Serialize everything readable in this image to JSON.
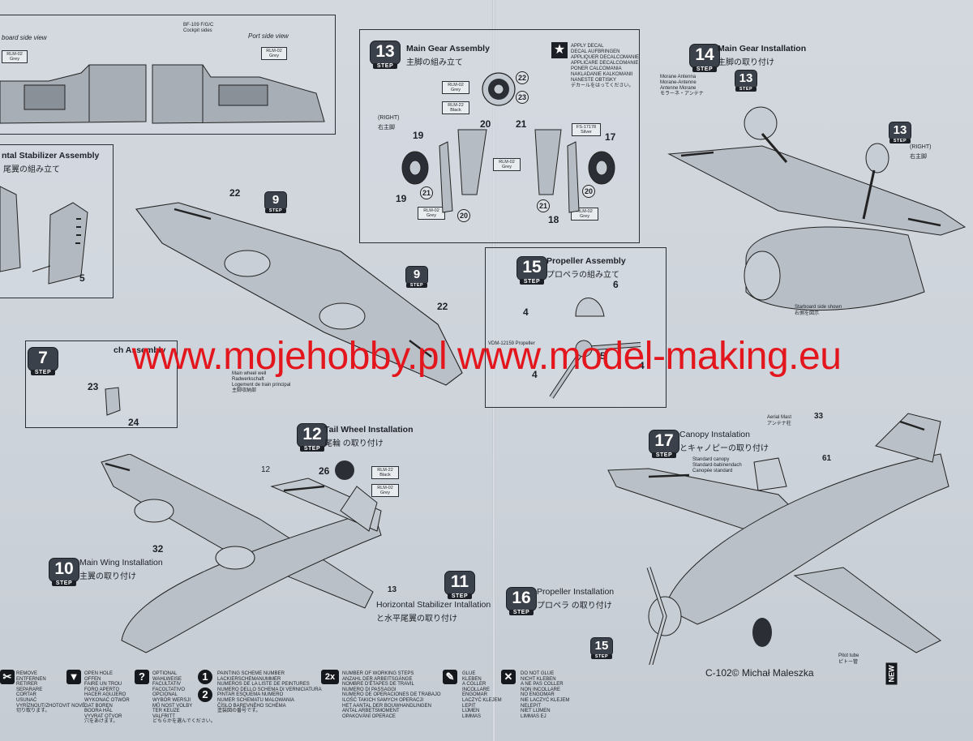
{
  "watermark": "www.mojehobby.pl www.model-making.eu",
  "copyright": "C-102© Michał Maleszka",
  "brand_logo": "NEW",
  "cockpit": {
    "caption_left": "board side view",
    "caption_right_sub": "BF-109 F/G/C Cockpit sides",
    "caption_right": "Port side view",
    "paint_left": "RLM-02 Grey",
    "paint_right": "RLM-02 Grey"
  },
  "stab": {
    "title": "ntal Stabilizer Assembly",
    "jp": "尾翼の組み立て",
    "part": "5"
  },
  "step13": {
    "num": "13",
    "step_label": "STEP",
    "title": "Main Gear Assembly",
    "jp": "主脚の組み立て",
    "decal": [
      "APPLY DECAL",
      "DECAL AUFBRINGEN",
      "APPLIQUER DECALCOMANIE",
      "APPLICARE DECALCOMANIE",
      "PONER CALCOMANIA",
      "NAKLADANIE KALKOMANII",
      "NANESTE OBTISKY",
      "デカールをはってください。"
    ],
    "paint_a": "RLM-02 Grey",
    "paint_b": "RLM-22 Black",
    "paint_c": "RLM-02 Grey",
    "paint_d": "FS-17178 Silver",
    "paint_e": "RLM-02 Grey",
    "paint_f": "RLM-02 Grey",
    "right_label": "(RIGHT)",
    "right_jp": "右主脚",
    "parts": [
      "22",
      "23",
      "20",
      "21",
      "19",
      "17",
      "19",
      "21",
      "20",
      "21",
      "18",
      "20"
    ]
  },
  "step14": {
    "num": "13",
    "title": "Main Gear Installation",
    "jp": "主脚の取り付け",
    "step_num": "14",
    "antenna": [
      "Morane Antenna",
      "Morane-Antenne",
      "Antenne Morane",
      "モラーネ・アンテナ"
    ],
    "right_label": "(RIGHT)",
    "right_jp": "右主脚",
    "sub_num": "13",
    "note": "Starboard side shown",
    "note_jp": "右側を図示"
  },
  "step9": {
    "num": "9",
    "parts": [
      "22",
      "22"
    ],
    "wheel_well": [
      "Main wheel well",
      "Radwerkschaft",
      "Logement de train principal",
      "主脚収納部"
    ]
  },
  "step7": {
    "num": "7",
    "title": "ch Assembly",
    "parts": [
      "23",
      "24"
    ]
  },
  "step15": {
    "num": "15",
    "title": "Propeller Assembly",
    "jp": "プロペラの組み立て",
    "prop": "VDM-12159 Propeller",
    "parts": [
      "6",
      "4",
      "4",
      "5",
      "4"
    ]
  },
  "step12": {
    "num": "12",
    "title": "Tail Wheel Installation",
    "jp": "尾輪 の取り付け",
    "parts": [
      "26",
      "12"
    ],
    "paint_a": "RLM-22 Black",
    "paint_b": "RLM-02 Grey"
  },
  "step10": {
    "num": "10",
    "title": "Main Wing Installation",
    "jp": "主翼の取り付け",
    "part": "32"
  },
  "step11": {
    "num": "11",
    "title": "Horizontal Stabilizer Intallation",
    "jp": "と水平尾翼の取り付け",
    "part": "13"
  },
  "step17": {
    "num": "17",
    "title": "Canopy Instalation",
    "jp": "とキャノピーの取り付け",
    "canopy": [
      "Standard canopy",
      "Standard-babinendach",
      "Canopée standard"
    ],
    "mast": "Aerial Mast",
    "mast_jp": "アンテナ柱",
    "parts": [
      "33",
      "61"
    ]
  },
  "step16": {
    "num": "16",
    "title": "Propeller Installation",
    "jp": "プロペラ の取り付け",
    "sub": "15"
  },
  "pitot": {
    "en": "Pitot tube",
    "jp": "ピトー管"
  },
  "legend": {
    "c1": [
      "REMOVE",
      "ENTFERNEN",
      "RETIRER",
      "SEPARARE",
      "CORTAR",
      "USUNAĆ",
      "VYRÍZNOUT/ZHOTOVIT NOVÉ",
      "切り取ります。"
    ],
    "c2": [
      "OPEN HOLE",
      "OFFEN",
      "FAIRE UN TROU",
      "FORO APERTO",
      "HACER AGUJERO",
      "WYKONAĆ OTWÓR",
      "GAT BOREN",
      "BOORA HÅL",
      "VYVRAT OTVOR",
      "穴をあけます。"
    ],
    "c3": [
      "OPTIONAL",
      "WAHLWEISE",
      "FACULTATIV",
      "FACOLTATIVO",
      "OPCIONAL",
      "WYBÓR WERSJI",
      "MŮ  NOST VOLBY",
      "TER KEUZE",
      "VALFRITT",
      "どちらかを選んでください。"
    ],
    "c4": [
      "PAINTING SCHEME NUMBER",
      "LACKIERSCHEMANUMMER",
      "NUMEROS DE LA LISTE DE PEINTURES",
      "NUMERO DELLO SCHEMA DI VERNICIATURA",
      "PINTAR ESQUEMA NUMERO",
      "NUMER SCHEMATU MALOWANIA",
      "ČÍSLO BAREVNÉHO SCHÉMA",
      "塗装図の番号です。"
    ],
    "c5": [
      "NUMBER OF WORKING STEPS",
      "ANZAHL DER ARBEITSGÄNGE",
      "NOMBRE D'ÉTAPES DE TRAVIL",
      "NUMERO DI PASSAGGI",
      "NUMERO DE OPERACIONES DE TRABAJO",
      "ILOŚĆ TAKICH SAMYCH OPERACJI",
      "HET AANTAL DER BOUWHANDLINGEN",
      "ANTAL ARBETSMOMENT",
      "OPAKOVÁNÍ OPERACE"
    ],
    "c6": [
      "GLUE",
      "KLEBEN",
      "A COLLER",
      "INCOLLARE",
      "ENGOMAR",
      "LACZYĆ KLEJEM",
      "LEPIT",
      "LIJMEN",
      "LIMMAS"
    ],
    "c7": [
      "DO NOT GLUE",
      "NICHT KLEBEN",
      "A NE PAS COLLER",
      "NON INCOLLARE",
      "NO ENGOMAR",
      "NIE LACZYĆ KLEJEM",
      "NELEPIT",
      "NIET LIJMEN",
      "LIMMAS EJ"
    ],
    "ico_labels": [
      "?",
      "1",
      "2",
      "2x"
    ]
  }
}
